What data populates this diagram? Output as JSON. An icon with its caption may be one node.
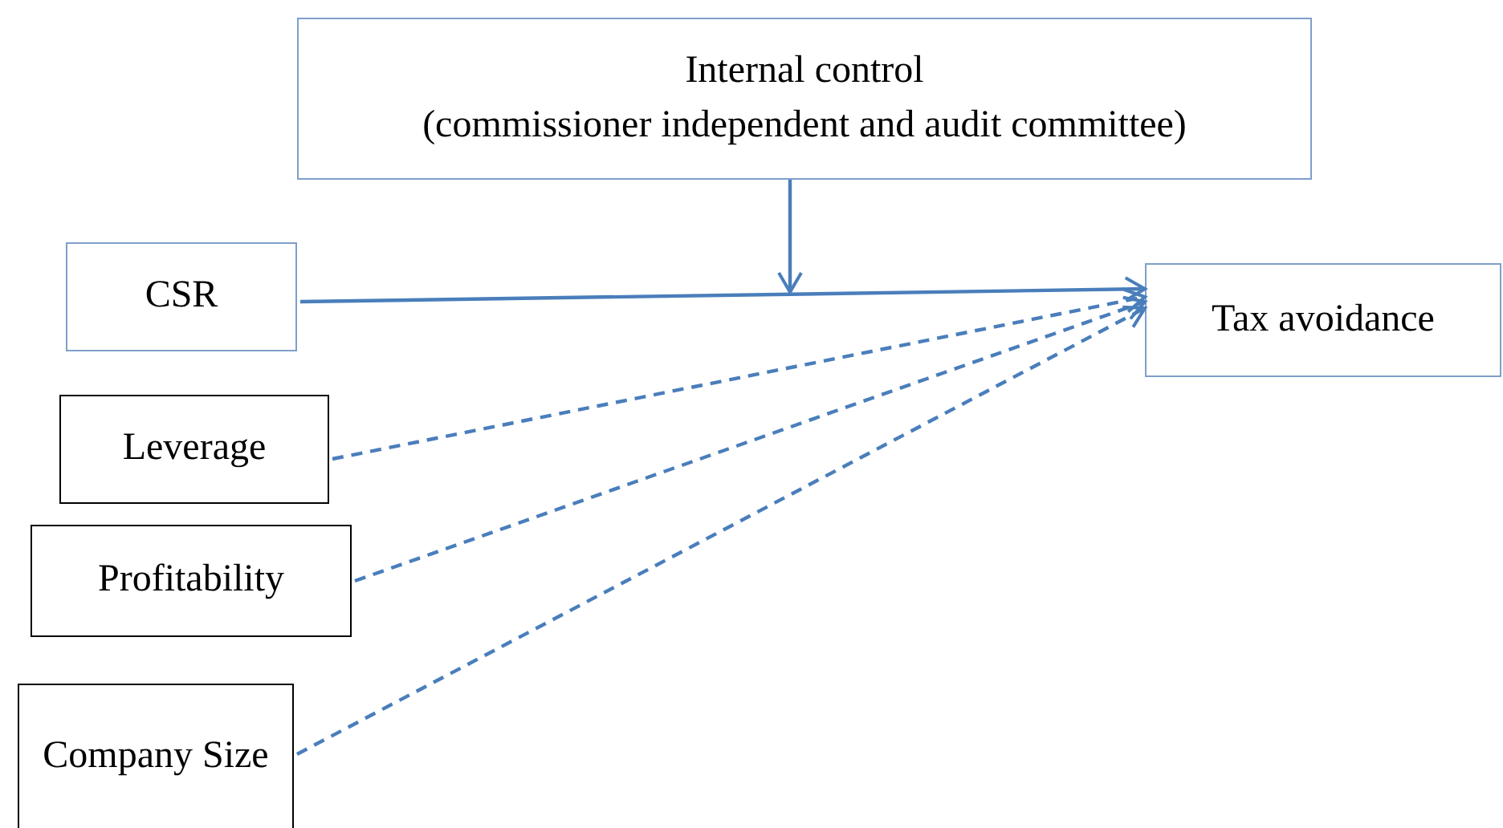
{
  "diagram": {
    "nodes": [
      {
        "text": [
          "Internal control",
          "(commissioner independent and audit committee)"
        ]
      },
      {
        "text": [
          "CSR"
        ]
      },
      {
        "text": [
          "Tax avoidance"
        ]
      },
      {
        "text": [
          "Leverage"
        ]
      },
      {
        "text": [
          "Profitability"
        ]
      },
      {
        "text": [
          "Company Size"
        ]
      }
    ],
    "edges": [
      {
        "from": 1,
        "to": 2,
        "arrow": "to"
      },
      {
        "from": 3,
        "to": 2,
        "arrow": "to",
        "style": "dashed"
      },
      {
        "from": 4,
        "to": 2,
        "arrow": "to",
        "style": "dashed"
      },
      {
        "from": 5,
        "to": 2,
        "arrow": "to",
        "style": "dashed"
      },
      {
        "from": 0,
        "to": null,
        "arrow": "to"
      }
    ]
  }
}
